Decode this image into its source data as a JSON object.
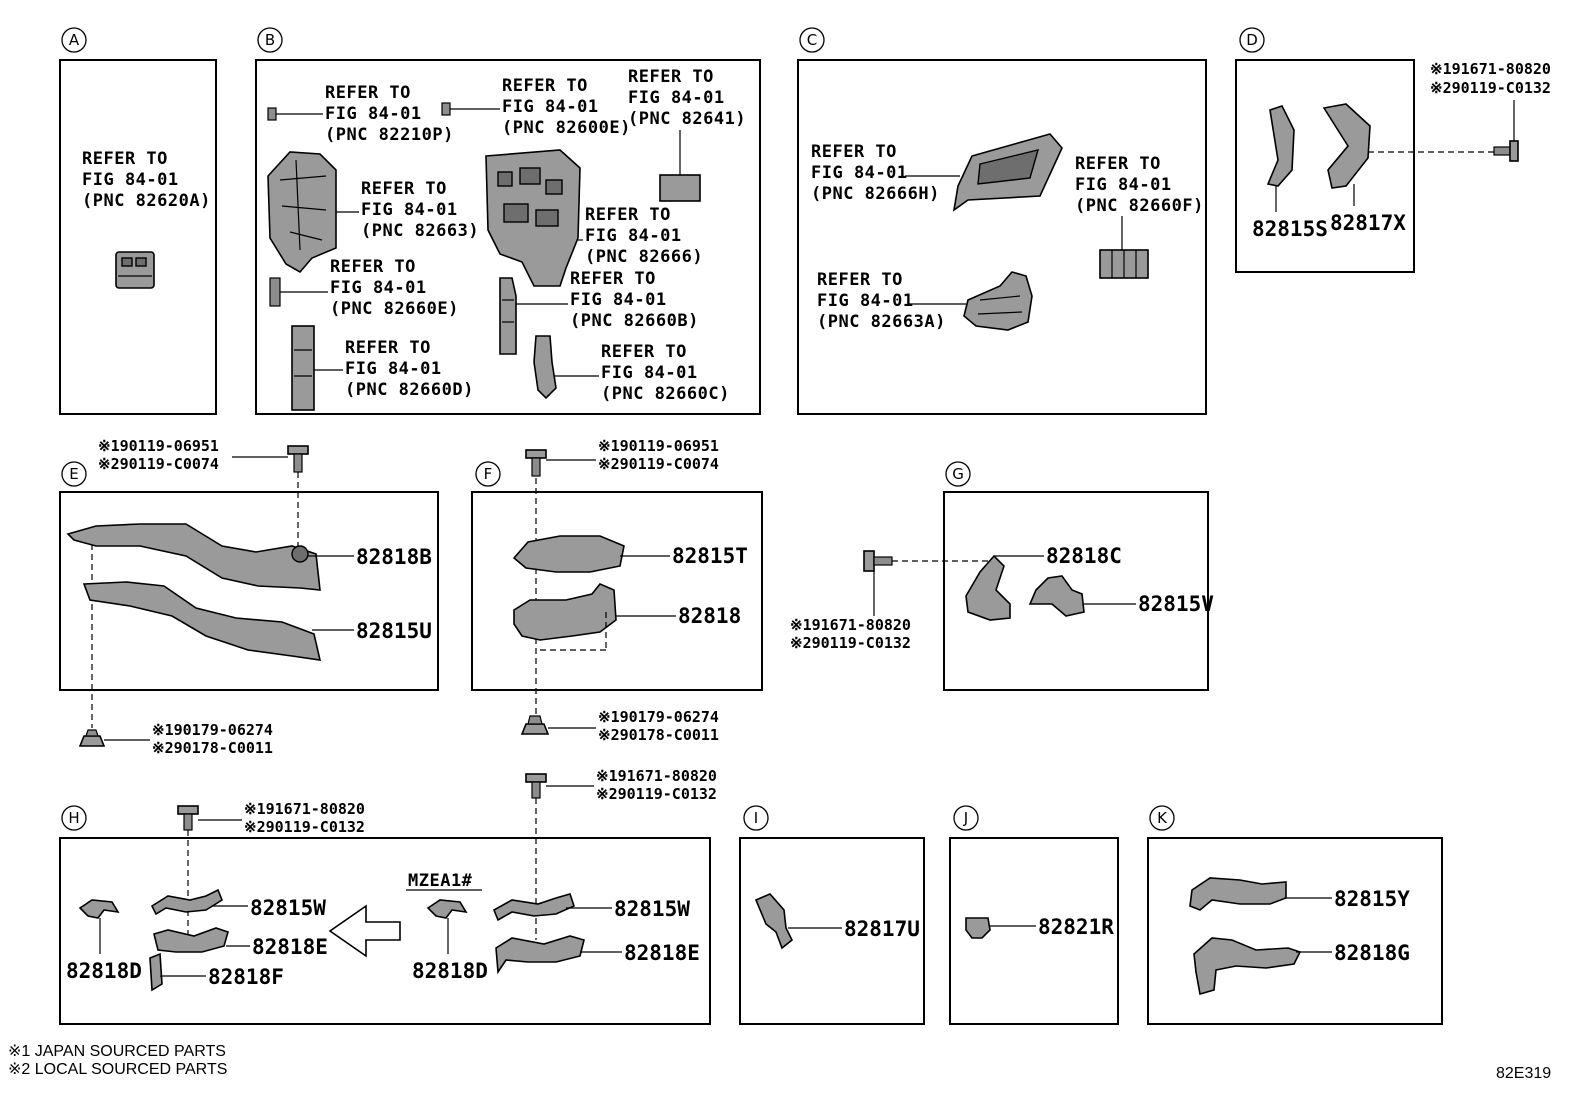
{
  "sections": [
    {
      "letter": "A",
      "refs": [
        {
          "l1": "REFER TO",
          "l2": "FIG 84-01",
          "l3": "(PNC 82620A)"
        }
      ]
    },
    {
      "letter": "B",
      "refs": [
        {
          "l1": "REFER TO",
          "l2": "FIG 84-01",
          "l3": "(PNC 82210P)"
        },
        {
          "l1": "REFER TO",
          "l2": "FIG 84-01",
          "l3": "(PNC 82600E)"
        },
        {
          "l1": "REFER TO",
          "l2": "FIG 84-01",
          "l3": "(PNC 82641)"
        },
        {
          "l1": "REFER TO",
          "l2": "FIG 84-01",
          "l3": "(PNC 82663)"
        },
        {
          "l1": "REFER TO",
          "l2": "FIG 84-01",
          "l3": "(PNC 82666)"
        },
        {
          "l1": "REFER TO",
          "l2": "FIG 84-01",
          "l3": "(PNC 82660E)"
        },
        {
          "l1": "REFER TO",
          "l2": "FIG 84-01",
          "l3": "(PNC 82660B)"
        },
        {
          "l1": "REFER TO",
          "l2": "FIG 84-01",
          "l3": "(PNC 82660D)"
        },
        {
          "l1": "REFER TO",
          "l2": "FIG 84-01",
          "l3": "(PNC 82660C)"
        }
      ]
    },
    {
      "letter": "C",
      "refs": [
        {
          "l1": "REFER TO",
          "l2": "FIG 84-01",
          "l3": "(PNC 82666H)"
        },
        {
          "l1": "REFER TO",
          "l2": "FIG 84-01",
          "l3": "(PNC 82660F)"
        },
        {
          "l1": "REFER TO",
          "l2": "FIG 84-01",
          "l3": "(PNC 82663A)"
        }
      ]
    },
    {
      "letter": "D",
      "parts": [
        "82815S",
        "82817X"
      ],
      "bolt": [
        "※191671-80820",
        "※290119-C0132"
      ]
    },
    {
      "letter": "E",
      "parts": [
        "82818B",
        "82815U"
      ],
      "bolt": [
        "※190119-06951",
        "※290119-C0074"
      ],
      "clip": [
        "※190179-06274",
        "※290178-C0011"
      ]
    },
    {
      "letter": "F",
      "parts": [
        "82815T",
        "82818"
      ],
      "bolt": [
        "※190119-06951",
        "※290119-C0074"
      ],
      "clip": [
        "※190179-06274",
        "※290178-C0011"
      ]
    },
    {
      "letter": "G",
      "parts": [
        "82818C",
        "82815V"
      ],
      "bolt": [
        "※191671-80820",
        "※290119-C0132"
      ]
    },
    {
      "letter": "H",
      "parts": [
        "82815W",
        "82818E",
        "82818D",
        "82818F",
        "82815W",
        "82818E",
        "82818D"
      ],
      "bolt1": [
        "※191671-80820",
        "※290119-C0132"
      ],
      "bolt2": [
        "※191671-80820",
        "※290119-C0132"
      ],
      "model": "MZEA1#"
    },
    {
      "letter": "I",
      "parts": [
        "82817U"
      ]
    },
    {
      "letter": "J",
      "parts": [
        "82821R"
      ]
    },
    {
      "letter": "K",
      "parts": [
        "82815Y",
        "82818G"
      ]
    }
  ],
  "notes": [
    "※1 JAPAN SOURCED PARTS",
    "※2 LOCAL SOURCED PARTS"
  ],
  "code": "82E319"
}
